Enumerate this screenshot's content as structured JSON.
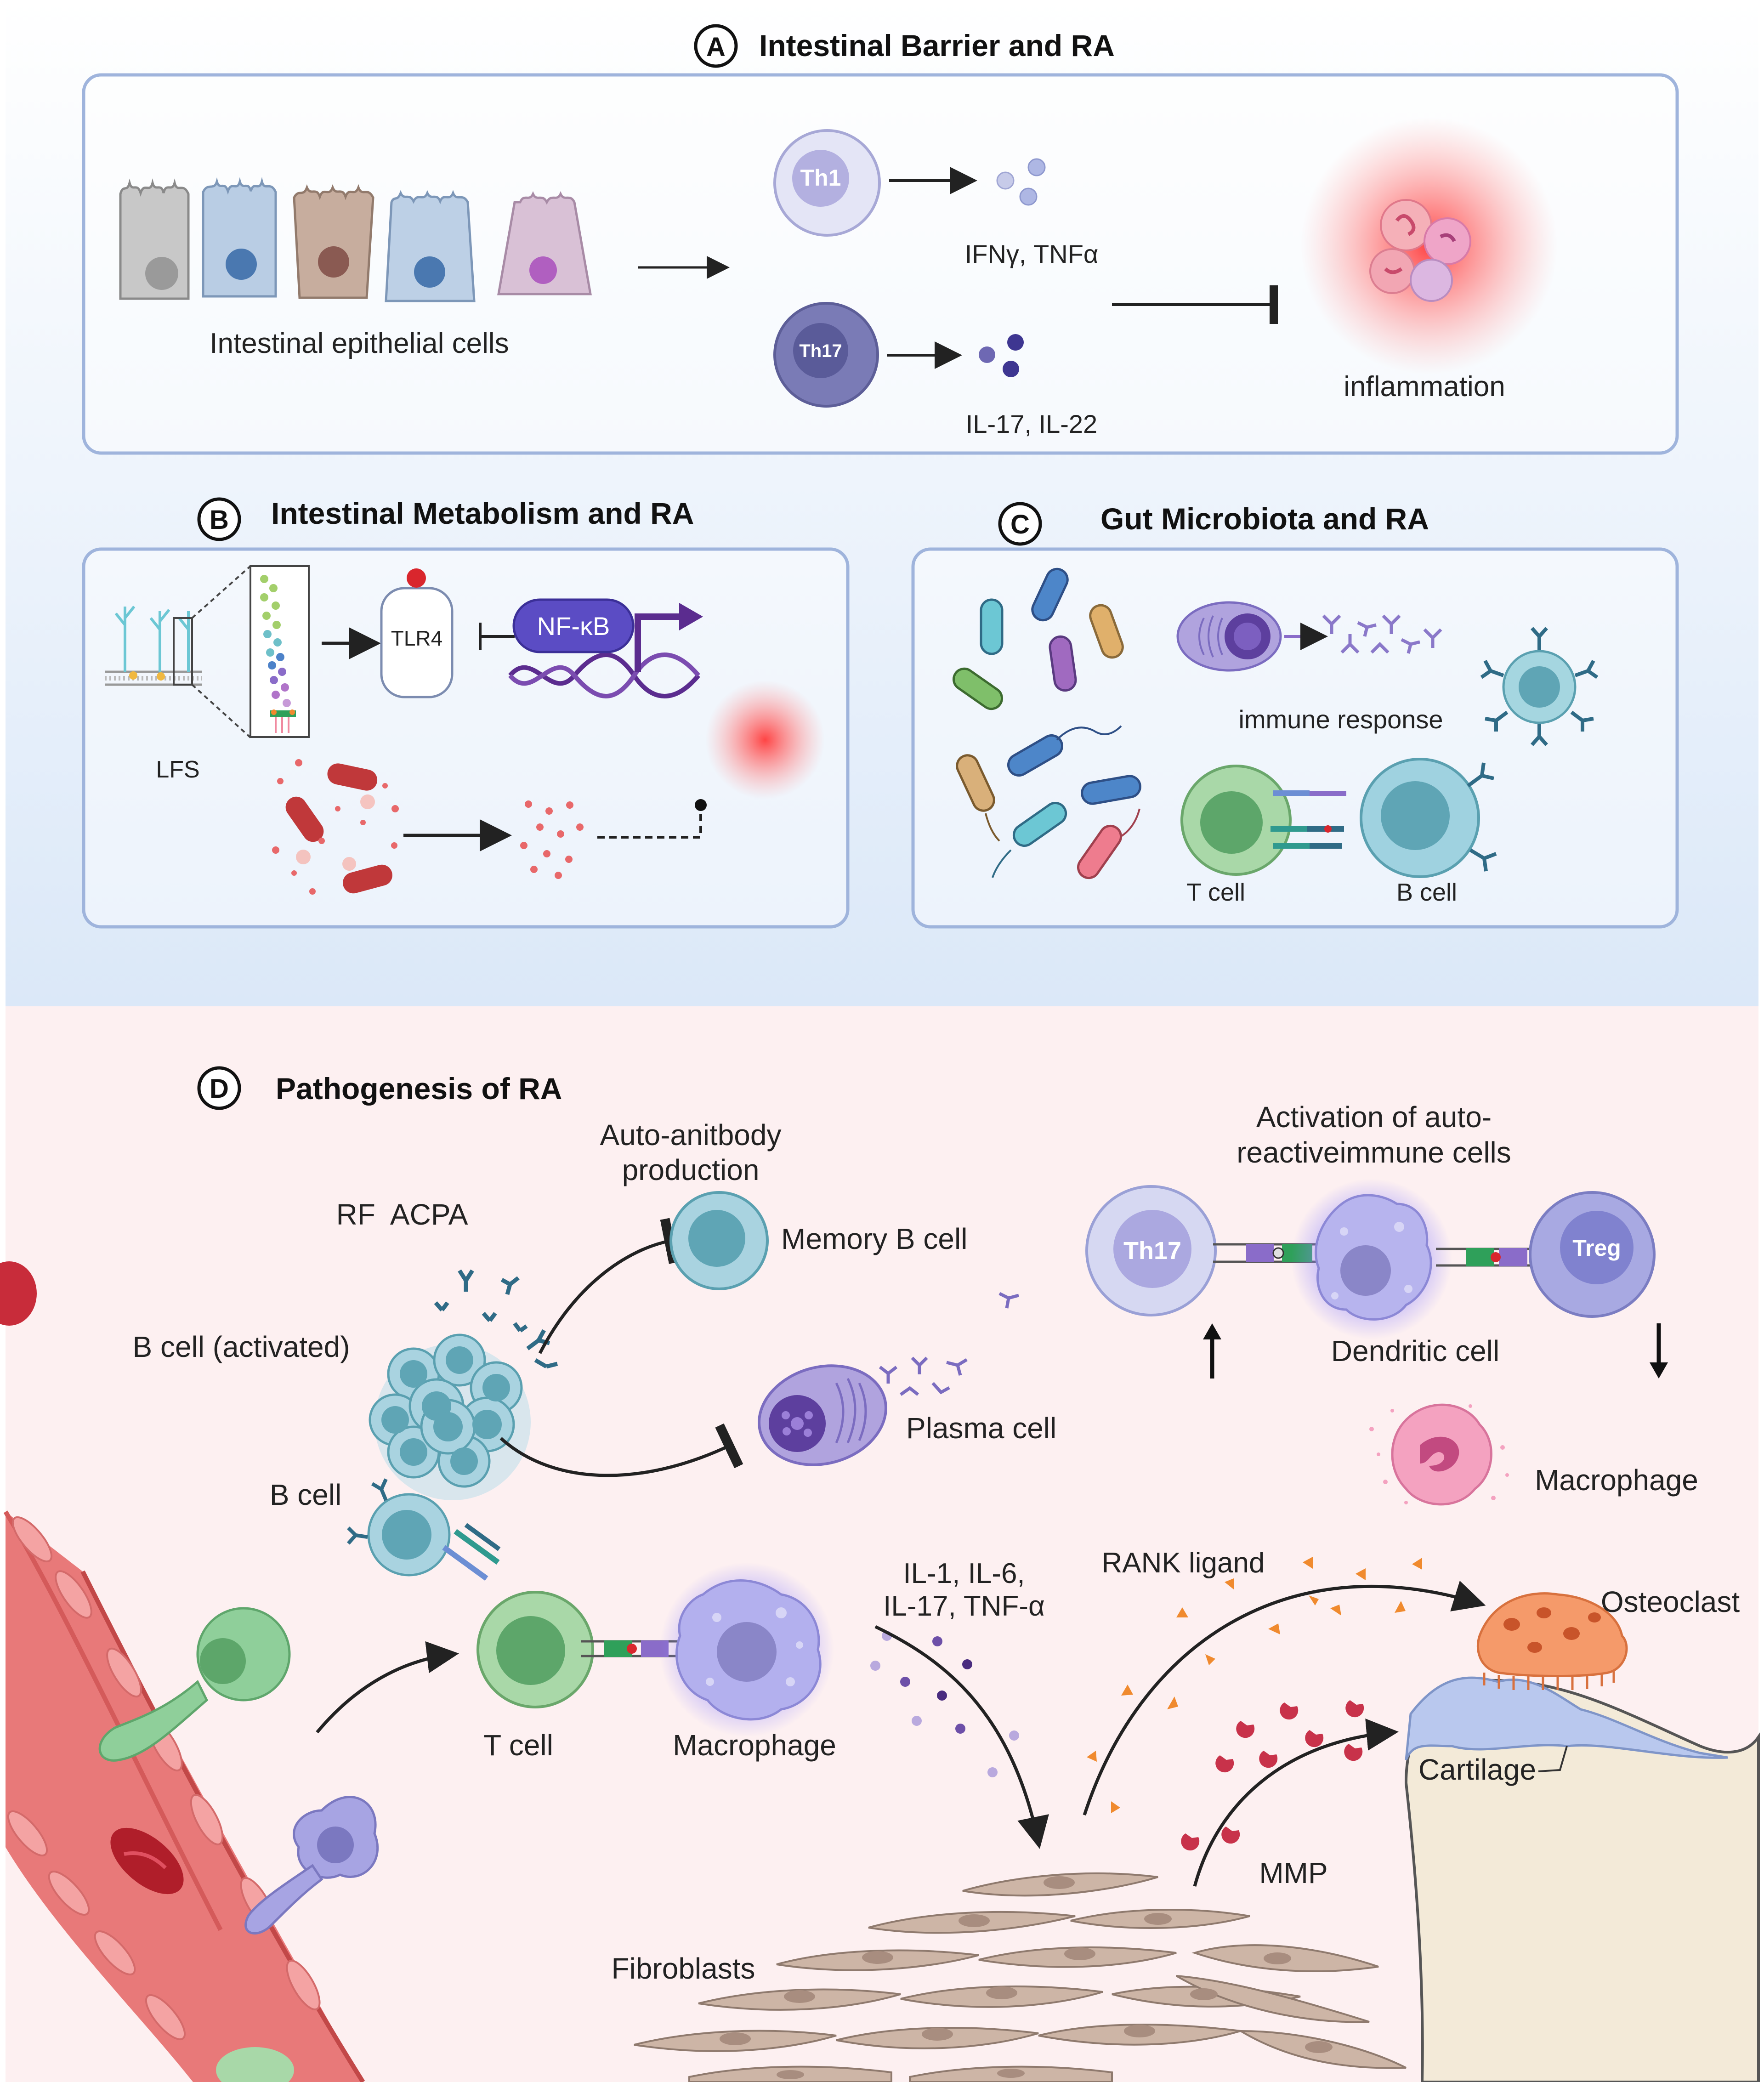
{
  "panels": {
    "a": {
      "letter": "A",
      "title": "Intestinal Barrier and RA",
      "epithelial_label": "Intestinal epithelial cells",
      "th1_label": "Th1",
      "th1_cytokines": "IFNγ, TNFα",
      "th17_label": "Th17",
      "th17_cytokines": "IL-17, IL-22",
      "inflammation_label": "inflammation"
    },
    "b": {
      "letter": "B",
      "title": "Intestinal Metabolism and RA",
      "tlr4_label": "TLR4",
      "nfkb_label": "NF-κB",
      "lfs_label": "LFS"
    },
    "c": {
      "letter": "C",
      "title": "Gut Microbiota and RA",
      "immune_label": "immune response",
      "tcell_label": "T cell",
      "bcell_label": "B cell"
    },
    "d": {
      "letter": "D",
      "title": "Pathogenesis of RA",
      "autoantibody_label_1": "Auto-anitbody",
      "autoantibody_label_2": "production",
      "rf_acpa_label": "RF  ACPA",
      "memory_b_label": "Memory B cell",
      "b_activated_label": "B cell (activated)",
      "plasma_label": "Plasma cell",
      "b_cell_label": "B cell",
      "t_cell_label": "T cell",
      "macrophage_label": "Macrophage",
      "cytokines_label_1": "IL-1, IL-6,",
      "cytokines_label_2": "IL-17, TNF-α",
      "activation_label_1": "Activation of auto-",
      "activation_label_2": "reactiveimmune cells",
      "th17_label": "Th17",
      "treg_label": "Treg",
      "dendritic_label": "Dendritic cell",
      "macrophage2_label": "Macrophage",
      "rank_label": "RANK ligand",
      "osteoclast_label": "Osteoclast",
      "cartilage_label": "Cartilage",
      "mmp_label": "MMP",
      "fibroblasts_label": "Fibroblasts"
    }
  },
  "colors": {
    "top_bg": "#e3edf9",
    "bottom_bg": "#fdf0f1",
    "panel_border": "#9fb4dc",
    "th1": "#cfd0ee",
    "th17": "#6e6fab",
    "nfkb": "#5b4cc4",
    "inflammation": "#ff4d4d",
    "tcell": "#84c08e",
    "bcell": "#66aabb",
    "macrophage": "#a7a4e3",
    "osteoclast": "#f59a6a",
    "cartilage": "#9fb5e6",
    "bone": "#f3ead8",
    "fibroblast": "#cdb5a6",
    "vessel": "#e87979",
    "rank_ligand": "#f08a2e",
    "mmp": "#c8324a"
  }
}
